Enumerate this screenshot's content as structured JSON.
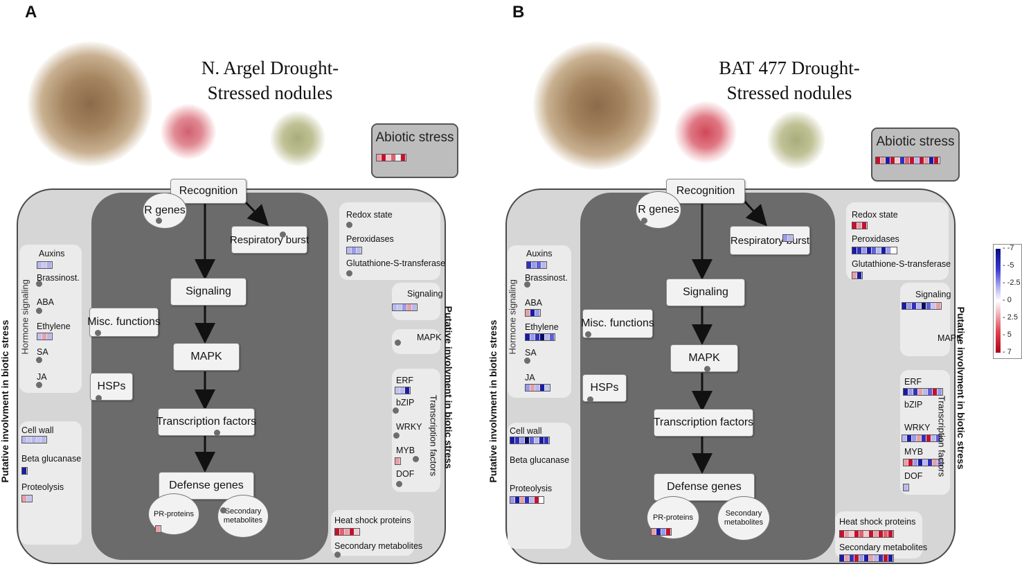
{
  "panels": [
    {
      "letter": "A",
      "title_line1": "N. Argel Drought-",
      "title_line2": "Stressed nodules",
      "abiotic_label": "Abiotic stress",
      "nodes": {
        "recognition": "Recognition",
        "r_genes": "R genes",
        "respiratory_burst": "Respiratory burst",
        "signaling": "Signaling",
        "mapk": "MAPK",
        "misc_functions": "Misc. functions",
        "hsps": "HSPs",
        "transcription_factors": "Transcription factors",
        "defense_genes": "Defense genes",
        "pr_proteins": "PR-proteins",
        "secondary_metabolites": "Secondary metabolites"
      },
      "left": {
        "hormone_signaling": "Hormone signaling",
        "auxins": "Auxins",
        "brassinost": "Brassinost.",
        "aba": "ABA",
        "ethylene": "Ethylene",
        "sa": "SA",
        "ja": "JA",
        "cell_wall": "Cell wall",
        "beta_glucanase": "Beta glucanase",
        "proteolysis": "Proteolysis"
      },
      "right": {
        "redox_state": "Redox state",
        "peroxidases": "Peroxidases",
        "glutathione": "Glutathione-S-transferase",
        "signaling": "Signaling",
        "mapk": "MAPK",
        "erf": "ERF",
        "bzip": "bZIP",
        "wrky": "WRKY",
        "myb": "MYB",
        "dof": "DOF",
        "transcription_factors_side": "Transcription factors",
        "heat_shock": "Heat shock proteins",
        "secondary_metabolites": "Secondary metabolites"
      },
      "side_left": "Putative involvment in biotic stress",
      "side_right": "Putative involvment in biotic stress"
    },
    {
      "letter": "B",
      "title_line1": "BAT 477 Drought-",
      "title_line2": "Stressed nodules",
      "abiotic_label": "Abiotic stress",
      "nodes": {
        "recognition": "Recognition",
        "r_genes": "R genes",
        "respiratory_burst": "Respiratory burst",
        "signaling": "Signaling",
        "mapk": "MAPK",
        "misc_functions": "Misc. functions",
        "hsps": "HSPs",
        "transcription_factors": "Transcription factors",
        "defense_genes": "Defense genes",
        "pr_proteins": "PR-proteins",
        "secondary_metabolites": "Secondary metabolites"
      },
      "left": {
        "hormone_signaling": "Hormone signaling",
        "auxins": "Auxins",
        "brassinost": "Brassinost.",
        "aba": "ABA",
        "ethylene": "Ethylene",
        "sa": "SA",
        "ja": "JA",
        "cell_wall": "Cell wall",
        "beta_glucanase": "Beta glucanase",
        "proteolysis": "Proteolysis"
      },
      "right": {
        "redox_state": "Redox state",
        "peroxidases": "Peroxidases",
        "glutathione": "Glutathione-S-transferase",
        "signaling": "Signaling",
        "mapk": "MAPK",
        "erf": "ERF",
        "bzip": "bZIP",
        "wrky": "WRKY",
        "myb": "MYB",
        "dof": "DOF",
        "transcription_factors_side": "Transcription factors",
        "heat_shock": "Heat shock proteins",
        "secondary_metabolites": "Secondary metabolites"
      },
      "side_left": "Putative involvment in biotic stress",
      "side_right": "Putative involvment in biotic stress"
    }
  ],
  "legend": {
    "ticks": [
      "-7",
      "-5",
      "-2.5",
      "0",
      "2.5",
      "5",
      "7"
    ],
    "colors": {
      "negative": "#1a1aa8",
      "zero": "#ffffff",
      "positive": "#c8102e"
    }
  },
  "heatmaps": {
    "A": {
      "abiotic": [
        "#e8a0a8",
        "#c8102e",
        "#f4c9cf",
        "#e06070",
        "#f2f2f2",
        "#c8102e"
      ],
      "auxins": [
        "#b8b8f0",
        "#c8c8f4",
        "#b0b0ee"
      ],
      "ethylene": [
        "#c0c0f2",
        "#e8a0a8",
        "#b8b8f0"
      ],
      "cell_wall": [
        "#b8b8f0",
        "#c4c4f4",
        "#b8b8f0",
        "#c4c4f4",
        "#b8b8f0"
      ],
      "beta_glucanase": [
        "#1a1aa8"
      ],
      "proteolysis": [
        "#e8a0a8",
        "#c4c4f4"
      ],
      "peroxidases": [
        "#b8b8f0",
        "#9a9aea",
        "#b8b8f0"
      ],
      "signaling": [
        "#b8b8f0",
        "#c4c4f4",
        "#9a9aea",
        "#e8a0a8",
        "#b8b8f0"
      ],
      "erf": [
        "#c4c4f4",
        "#b8b8f0",
        "#1a1aa8"
      ],
      "myb": [
        "#e8a0a8"
      ],
      "pr": [
        "#e8a0a8"
      ],
      "heat_shock": [
        "#c8102e",
        "#e06070",
        "#e8a0a8",
        "#c8102e",
        "#f4c9cf"
      ]
    },
    "B": {
      "abiotic": [
        "#c8102e",
        "#e8a0a8",
        "#1a1aa8",
        "#c8102e",
        "#f4c9cf",
        "#3030c0",
        "#e06070",
        "#c8102e",
        "#b8b8f0",
        "#c8102e",
        "#e8a0a8",
        "#1a1aa8",
        "#c8102e"
      ],
      "redox": [
        "#c8102e",
        "#e8a0a8",
        "#c8102e"
      ],
      "peroxidases": [
        "#1a1aa8",
        "#3030c0",
        "#9a9aea",
        "#1a1aa8",
        "#6060d8",
        "#b8b8f0",
        "#1a1aa8",
        "#9a9aea"
      ],
      "glutathione": [
        "#e8a0a8",
        "#1a1aa8"
      ],
      "auxins": [
        "#3030c0",
        "#9a9aea",
        "#6060d8",
        "#b8b8f0"
      ],
      "aba": [
        "#e8a0a8",
        "#1a1aa8",
        "#9a9aea"
      ],
      "ethylene": [
        "#1a1aa8",
        "#9a9aea",
        "#3030c0",
        "#0a0a60",
        "#b8b8f0",
        "#6060d8"
      ],
      "ja": [
        "#9a9aea",
        "#e8a0a8",
        "#b8b8f0",
        "#1a1aa8",
        "#c4c4f4"
      ],
      "respiratory": [
        "#9a9aea",
        "#b8b8f0"
      ],
      "cell_wall": [
        "#1a1aa8",
        "#3030c0",
        "#9a9aea",
        "#0a0a60",
        "#6060d8",
        "#b8b8f0",
        "#1a1aa8",
        "#3030c0"
      ],
      "proteolysis": [
        "#9a9aea",
        "#1a1aa8",
        "#e8a0a8",
        "#3030c0",
        "#b8b8f0",
        "#c8102e"
      ],
      "signaling": [
        "#1a1aa8",
        "#9a9aea",
        "#3030c0",
        "#b8b8f0",
        "#0a0a60",
        "#6060d8",
        "#c4c4f4",
        "#e8a0a8"
      ],
      "erf": [
        "#1a1aa8",
        "#9a9aea",
        "#3030c0",
        "#e8a0a8",
        "#b8b8f0",
        "#6060d8",
        "#c8102e",
        "#9a9aea"
      ],
      "wrky": [
        "#b8b8f0",
        "#1a1aa8",
        "#9a9aea",
        "#e8a0a8",
        "#3030c0",
        "#c8102e",
        "#b8b8f0",
        "#6060d8"
      ],
      "myb": [
        "#e8a0a8",
        "#c8102e",
        "#9a9aea",
        "#1a1aa8",
        "#b8b8f0",
        "#3030c0",
        "#e8a0a8",
        "#9a9aea"
      ],
      "dof": [
        "#b8b8f0"
      ],
      "pr": [
        "#e8a0a8",
        "#1a1aa8",
        "#9a9aea",
        "#c8102e"
      ],
      "heat_shock": [
        "#c8102e",
        "#e8a0a8",
        "#f4c9cf",
        "#c8102e",
        "#e06070",
        "#f4c9cf",
        "#c8102e",
        "#e8a0a8",
        "#c8102e",
        "#e06070",
        "#c8102e"
      ],
      "secondary": [
        "#1a1aa8",
        "#e8a0a8",
        "#3030c0",
        "#c8102e",
        "#9a9aea",
        "#1a1aa8",
        "#e8a0a8",
        "#b8b8f0",
        "#3030c0",
        "#c8102e",
        "#1a1aa8"
      ]
    }
  }
}
